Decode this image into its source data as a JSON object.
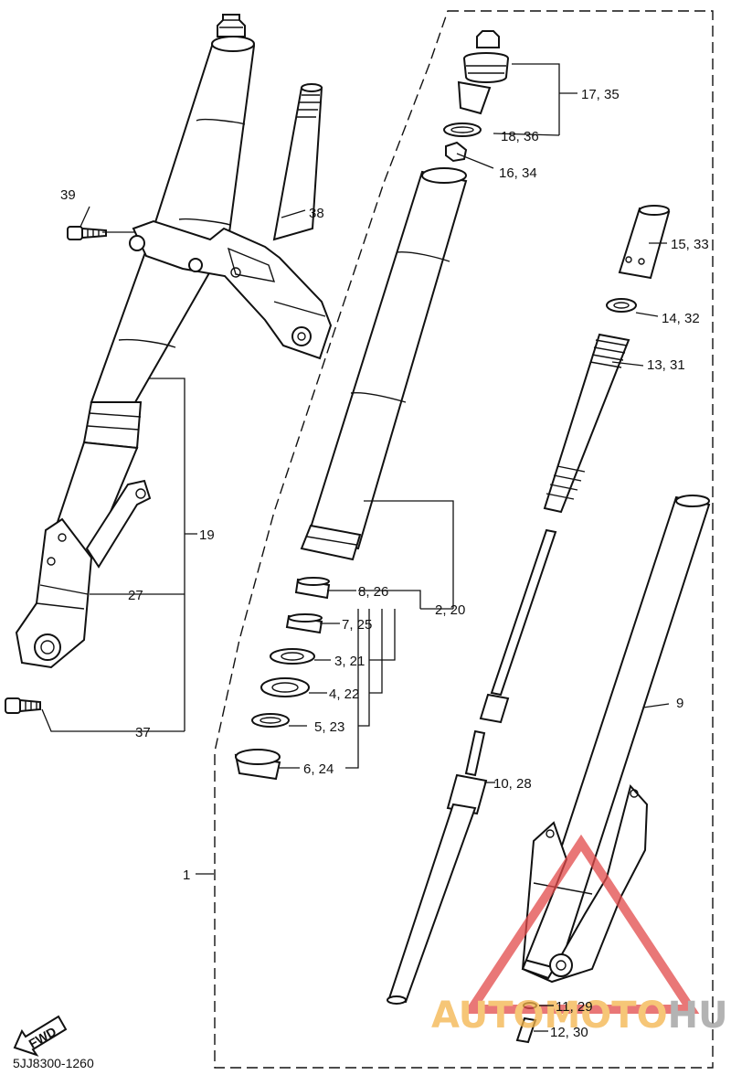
{
  "diagram_code": "5JJ8300-1260",
  "fwd_label": "FWD",
  "watermark": {
    "text_a": "AUTOMOTO",
    "text_b": "HUB",
    "color_a": "#f3b44a",
    "color_b": "#9a9a9a",
    "triangle_color": "#e24a4a"
  },
  "callouts": {
    "c1": "1",
    "c2_20": "2, 20",
    "c3_21": "3, 21",
    "c4_22": "4, 22",
    "c5_23": "5, 23",
    "c6_24": "6, 24",
    "c7_25": "7, 25",
    "c8_26": "8, 26",
    "c9": "9",
    "c10_28": "10, 28",
    "c11_29": "11, 29",
    "c12_30": "12, 30",
    "c13_31": "13, 31",
    "c14_32": "14, 32",
    "c15_33": "15, 33",
    "c16_34": "16, 34",
    "c17_35": "17, 35",
    "c18_36": "18, 36",
    "c19": "19",
    "c27": "27",
    "c37": "37",
    "c38": "38",
    "c39": "39"
  }
}
